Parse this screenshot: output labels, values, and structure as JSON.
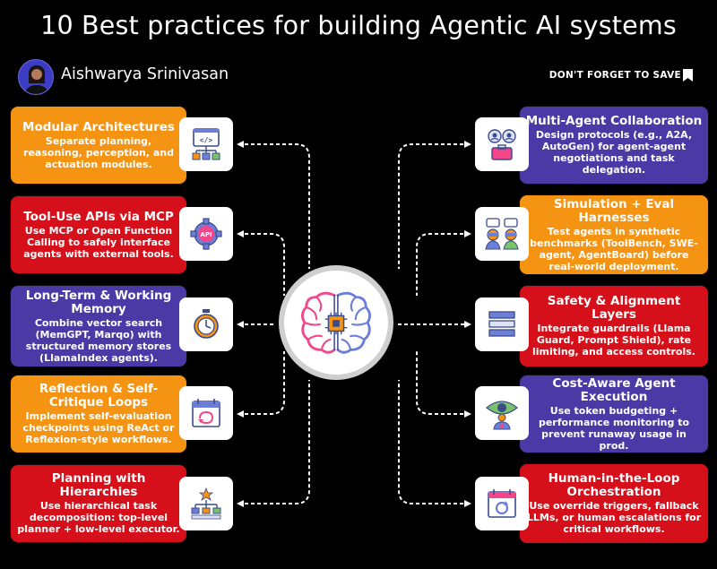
{
  "header": {
    "title": "10 Best practices for building Agentic AI systems",
    "author": "Aishwarya Srinivasan",
    "save_note": "DON'T FORGET TO SAVE"
  },
  "colors": {
    "orange": "#f59413",
    "red": "#d5101a",
    "purple": "#4b3aa6",
    "background": "#000000"
  },
  "left": [
    {
      "title": "Modular Architectures",
      "desc": "Separate planning, reasoning, perception, and actuation modules.",
      "color": "orange",
      "icon": "code-window-icon"
    },
    {
      "title": "Tool-Use APIs via MCP",
      "desc": "Use MCP or Open Function Calling to safely interface agents with external tools.",
      "color": "red",
      "icon": "api-gear-icon"
    },
    {
      "title": "Long-Term & Working Memory",
      "desc": "Combine vector search (MemGPT, Marqo) with structured memory stores (LlamaIndex agents).",
      "color": "purple",
      "icon": "stopwatch-icon"
    },
    {
      "title": "Reflection & Self-Critique Loops",
      "desc": "Implement self-evaluation checkpoints using ReAct or Reflexion-style workflows.",
      "color": "orange",
      "icon": "calendar-loop-icon"
    },
    {
      "title": "Planning with Hierarchies",
      "desc": "Use hierarchical task decomposition: top-level planner + low-level executor.",
      "color": "red",
      "icon": "hierarchy-icon"
    }
  ],
  "right": [
    {
      "title": "Multi-Agent Collaboration",
      "desc": "Design protocols (e.g., A2A, AutoGen) for agent-agent negotiations and task delegation.",
      "color": "purple",
      "icon": "collaboration-icon"
    },
    {
      "title": "Simulation + Eval Harnesses",
      "desc": "Test agents in synthetic benchmarks (ToolBench, SWE-agent, AgentBoard) before real-world deployment.",
      "color": "orange",
      "icon": "vr-chat-icon"
    },
    {
      "title": "Safety & Alignment Layers",
      "desc": "Integrate guardrails (Llama Guard, Prompt Shield), rate limiting, and access controls.",
      "color": "red",
      "icon": "layers-icon"
    },
    {
      "title": "Cost-Aware Agent Execution",
      "desc": "Use token budgeting + performance monitoring to prevent runaway usage in prod.",
      "color": "purple",
      "icon": "vision-person-icon"
    },
    {
      "title": "Human-in-the-Loop Orchestration",
      "desc": "Use override triggers, fallback LLMs, or human escalations for critical workflows.",
      "color": "red",
      "icon": "calendar-refresh-icon"
    }
  ],
  "center": {
    "icon": "brain-chip-icon"
  }
}
